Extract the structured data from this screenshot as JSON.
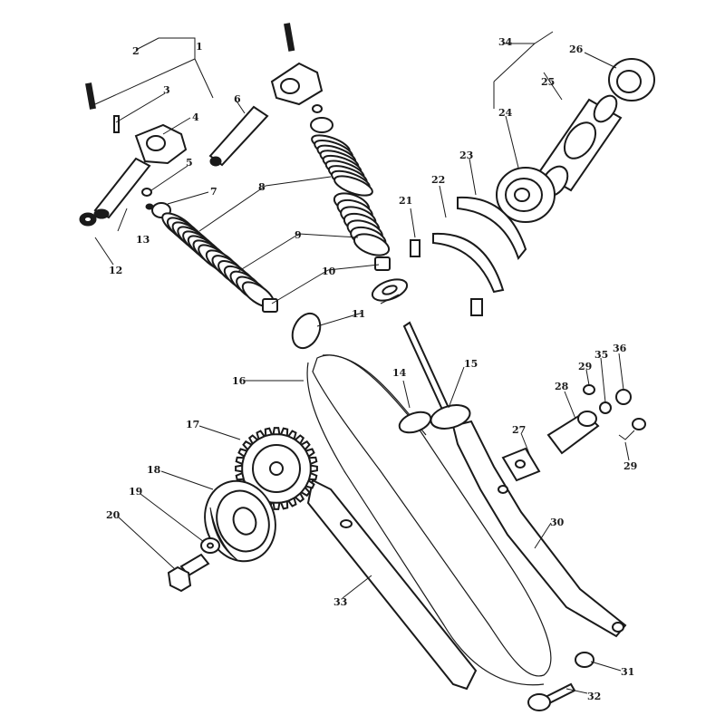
{
  "diagram": {
    "callouts": [
      "1",
      "2",
      "3",
      "4",
      "5",
      "6",
      "7",
      "8",
      "9",
      "10",
      "11",
      "12",
      "13",
      "14",
      "15",
      "16",
      "17",
      "18",
      "19",
      "20",
      "21",
      "22",
      "23",
      "24",
      "25",
      "26",
      "27",
      "28",
      "29",
      "30",
      "31",
      "32",
      "33",
      "34",
      "35",
      "36",
      "29"
    ]
  }
}
